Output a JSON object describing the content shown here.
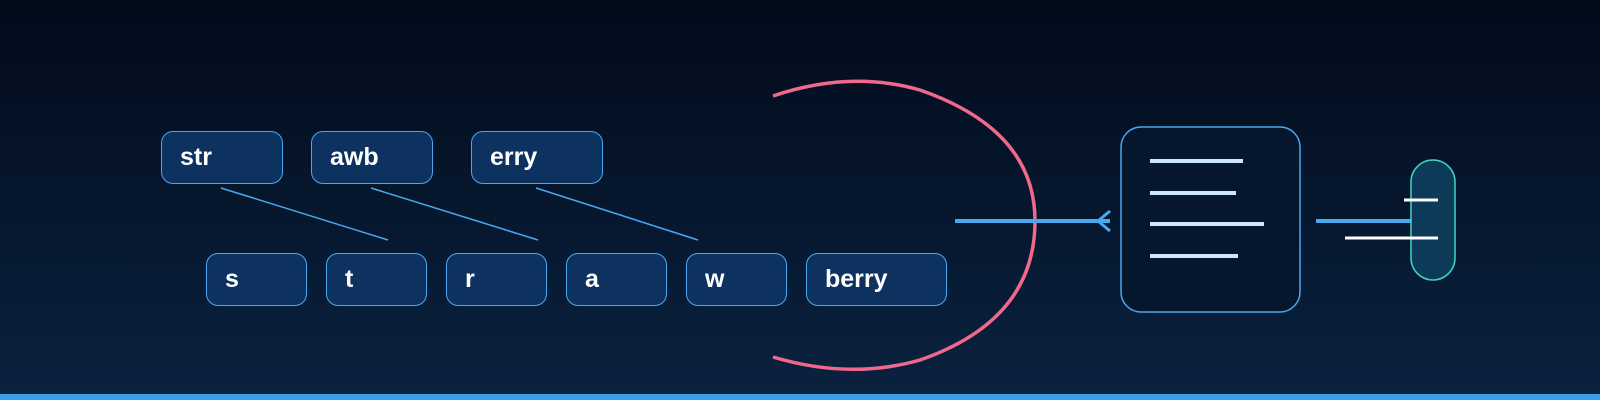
{
  "top_tokens": [
    "str",
    "awb",
    "erry"
  ],
  "bottom_tokens": [
    "s",
    "t",
    "r",
    "a",
    "w",
    "berry"
  ],
  "colors": {
    "background_top": "#020b1a",
    "background_bottom": "#0a2240",
    "token_fill": "#0e3260",
    "token_border": "#4aa8f0",
    "connector": "#4aa8f0",
    "arc": "#f0688c",
    "document_line": "#cfe6ff",
    "capsule_border": "#3ed6c0",
    "bottom_bar": "#3aa0ea"
  },
  "icons": [
    "document-icon",
    "capsule-icon",
    "arrow-icon"
  ]
}
